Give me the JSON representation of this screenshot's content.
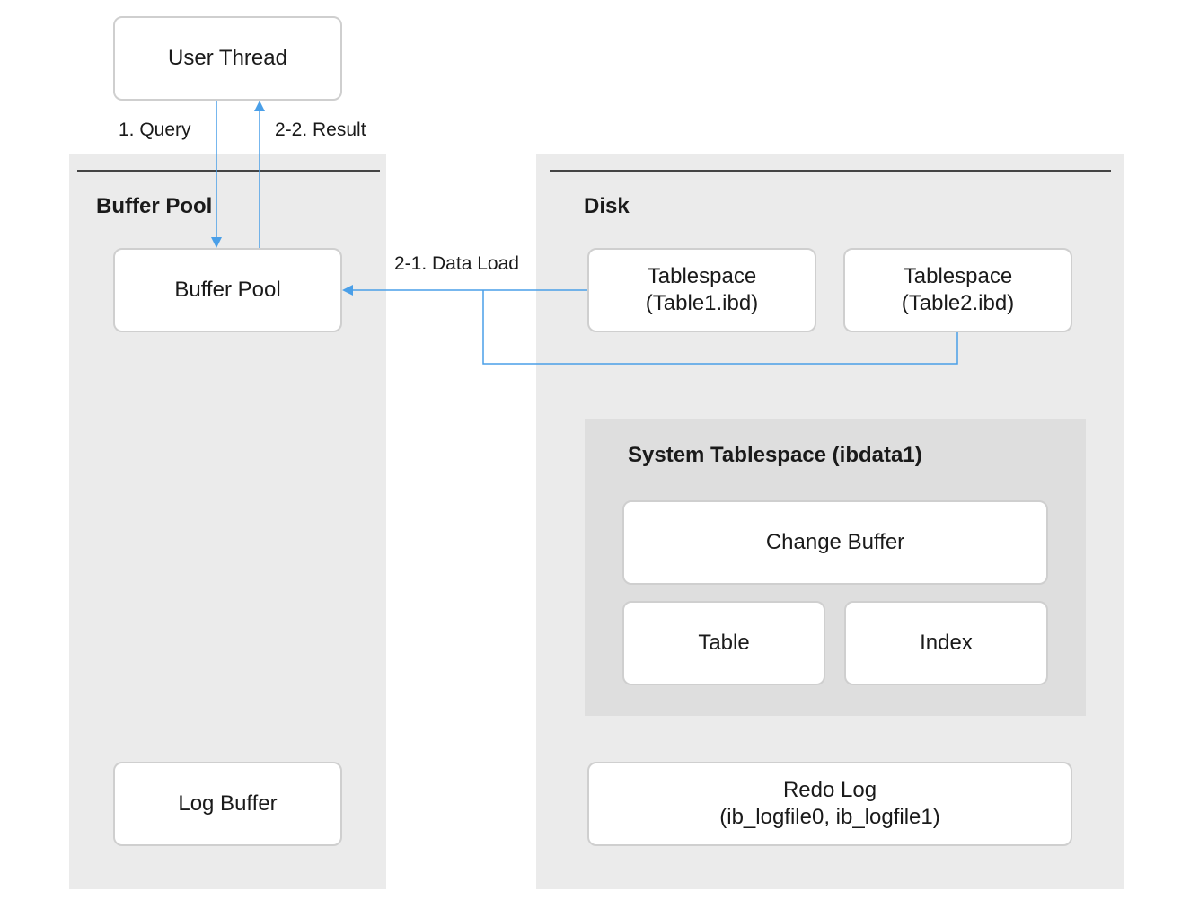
{
  "nodes": {
    "user_thread": "User Thread",
    "buffer_pool": "Buffer Pool",
    "log_buffer": "Log Buffer",
    "tablespace1": {
      "line1": "Tablespace",
      "line2": "(Table1.ibd)"
    },
    "tablespace2": {
      "line1": "Tablespace",
      "line2": "(Table2.ibd)"
    },
    "change_buffer": "Change Buffer",
    "table": "Table",
    "index": "Index",
    "redo_log": {
      "line1": "Redo Log",
      "line2": "(ib_logfile0, ib_logfile1)"
    }
  },
  "groups": {
    "buffer_pool_title": "Buffer Pool",
    "disk_title": "Disk",
    "system_tablespace_title": "System Tablespace (ibdata1)"
  },
  "edges": {
    "query": "1. Query",
    "result": "2-2. Result",
    "data_load": "2-1. Data Load"
  },
  "colors": {
    "arrow": "#4a9fe8",
    "panel": "#ebebeb",
    "inner_panel": "#dedede",
    "rule": "#444444"
  }
}
